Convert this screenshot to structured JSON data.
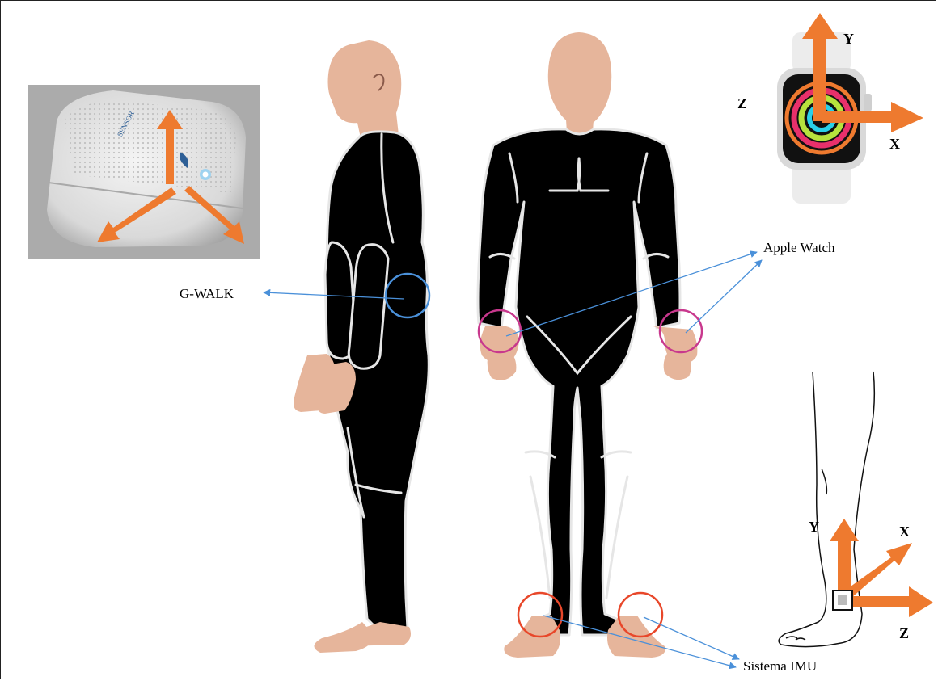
{
  "labels": {
    "gwalk": "G-WALK",
    "apple_watch": "Apple Watch",
    "imu": "Sistema IMU"
  },
  "watch_axes": {
    "y": "Y",
    "z": "Z",
    "x": "X"
  },
  "ankle_axes": {
    "y": "Y",
    "x": "X",
    "z": "Z"
  },
  "colors": {
    "arrow": "#ee7a2f",
    "skin": "#e6b59b",
    "suit": "#000000",
    "gwalk_marker": "#4a90d9",
    "watch_marker": "#c8388d",
    "imu_marker": "#e8472a",
    "leader_line": "#4a90d9"
  },
  "icons": [
    "gwalk-device-icon",
    "apple-watch-icon",
    "leg-sketch-icon"
  ]
}
